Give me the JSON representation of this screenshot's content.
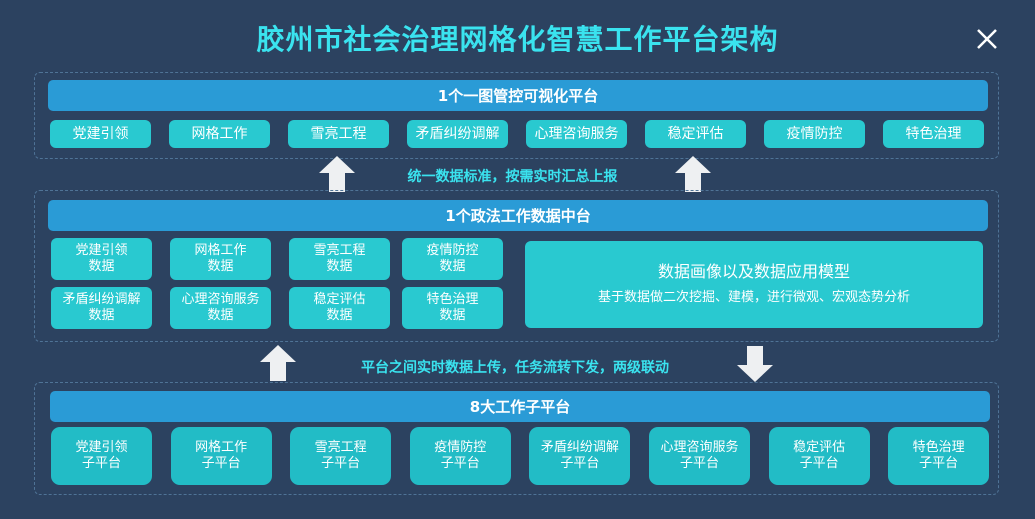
{
  "title": "胶州市社会治理网格化智慧工作平台架构",
  "layer1": {
    "header": "1个一图管控可视化平台",
    "items": [
      "党建引领",
      "网格工作",
      "雪亮工程",
      "矛盾纠纷调解",
      "心理咨询服务",
      "稳定评估",
      "疫情防控",
      "特色治理"
    ]
  },
  "connector1": "统一数据标准，按需实时汇总上报",
  "layer2": {
    "header": "1个政法工作数据中台",
    "items": [
      [
        "党建引领",
        "数据"
      ],
      [
        "网格工作",
        "数据"
      ],
      [
        "雪亮工程",
        "数据"
      ],
      [
        "疫情防控",
        "数据"
      ],
      [
        "矛盾纠纷调解",
        "数据"
      ],
      [
        "心理咨询服务",
        "数据"
      ],
      [
        "稳定评估",
        "数据"
      ],
      [
        "特色治理",
        "数据"
      ]
    ],
    "model": {
      "title": "数据画像以及数据应用模型",
      "desc": "基于数据做二次挖掘、建模，进行微观、宏观态势分析"
    }
  },
  "connector2": "平台之间实时数据上传，任务流转下发，两级联动",
  "layer3": {
    "header": "8大工作子平台",
    "items": [
      [
        "党建引领",
        "子平台"
      ],
      [
        "网格工作",
        "子平台"
      ],
      [
        "雪亮工程",
        "子平台"
      ],
      [
        "疫情防控",
        "子平台"
      ],
      [
        "矛盾纠纷调解",
        "子平台"
      ],
      [
        "心理咨询服务",
        "子平台"
      ],
      [
        "稳定评估",
        "子平台"
      ],
      [
        "特色治理",
        "子平台"
      ]
    ]
  }
}
